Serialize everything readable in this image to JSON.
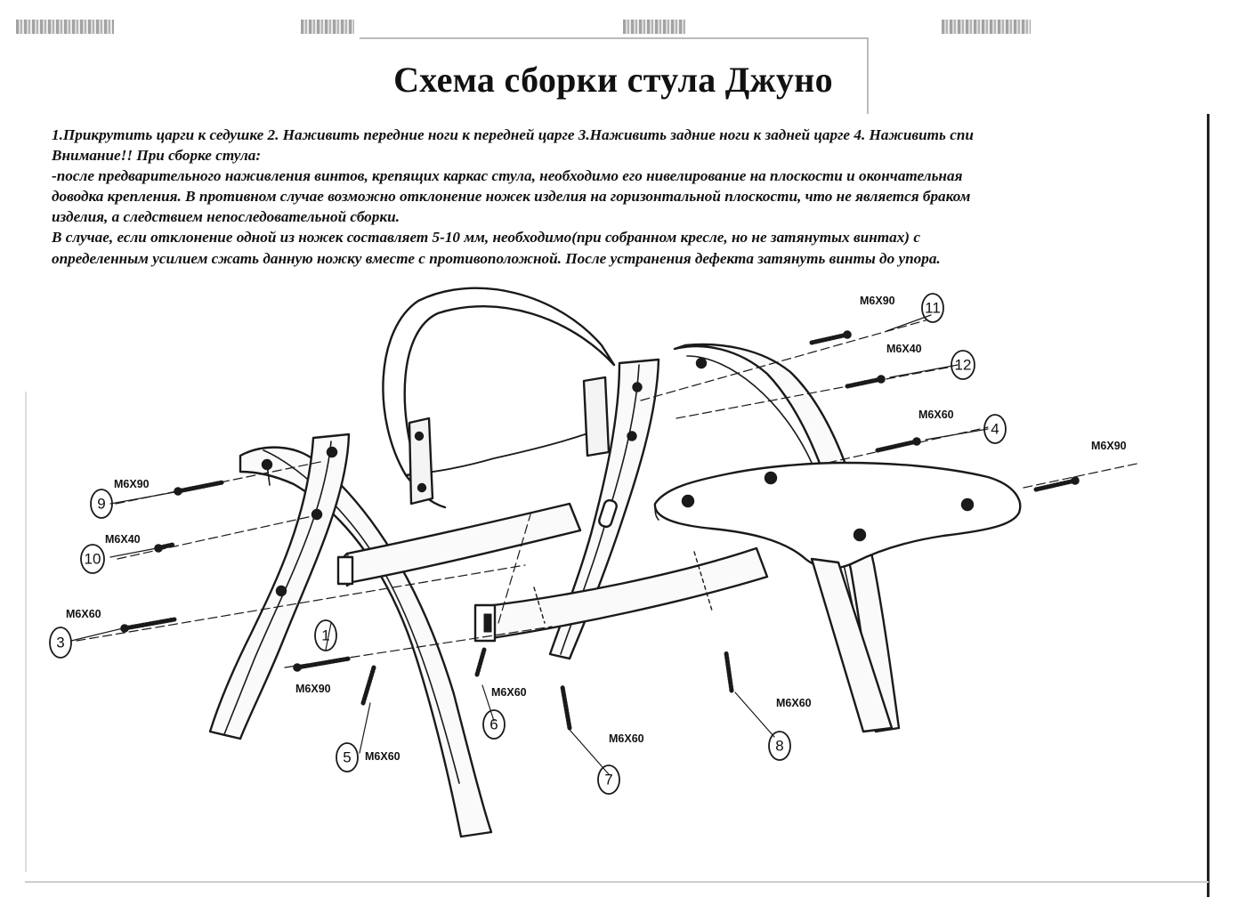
{
  "title": "Схема сборки стула Джуно",
  "instructions": [
    "1.Прикрутить царги к седушке 2. Наживить передние ноги к передней царге 3.Наживить задние ноги к задней царге 4. Наживить спи",
    "Внимание!! При сборке стула:",
    "-после предварительного наживления винтов, крепящих каркас стула, необходимо его нивелирование на плоскости и окончательная",
    "доводка крепления. В противном случае возможно отклонение ножек изделия на горизонтальной плоскости, что не является браком",
    "изделия, а следствием непоследовательной сборки.",
    "В случае, если  отклонение одной из ножек составляет 5-10 мм, необходимо(при собранном кресле, но не затянутых винтах) с",
    "определенным усилием сжать данную ножку вместе с противоположной. После устранения дефекта затянуть винты до упора."
  ],
  "callouts": [
    {
      "number": "9",
      "size": "M6X90"
    },
    {
      "number": "10",
      "size": "M6X40"
    },
    {
      "number": "3",
      "size": "M6X60"
    },
    {
      "number": "1",
      "size": "M6X90"
    },
    {
      "number": "5",
      "size": "M6X60"
    },
    {
      "number": "6",
      "size": "M6X60"
    },
    {
      "number": "7",
      "size": "M6X60"
    },
    {
      "number": "8",
      "size": "M6X60"
    },
    {
      "number": "11",
      "size": "M6X90"
    },
    {
      "number": "12",
      "size": "M6X40"
    },
    {
      "number": "4",
      "size": "M6X60"
    },
    {
      "number": "",
      "size": "M6X90"
    }
  ]
}
